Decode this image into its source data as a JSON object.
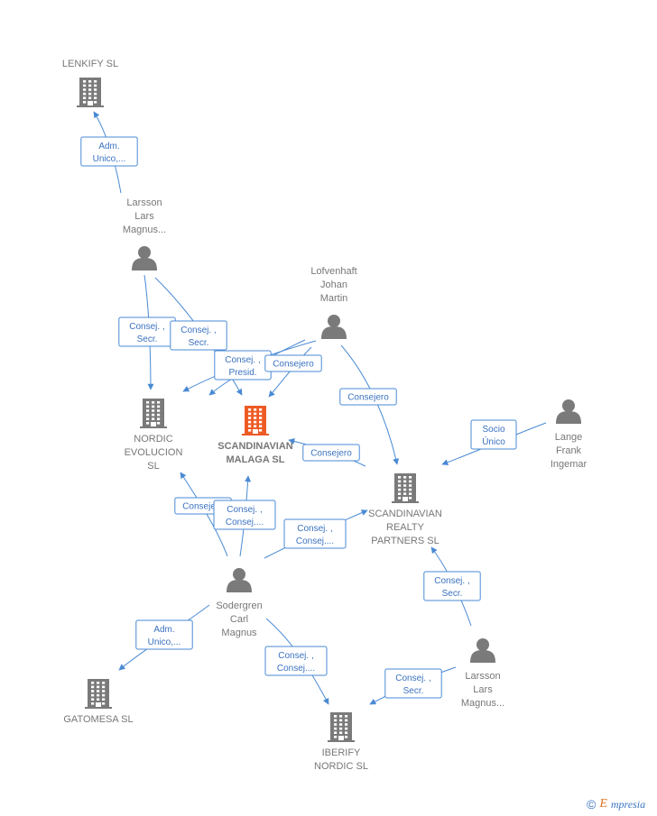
{
  "colors": {
    "edge": "#4a8ad4",
    "company": "#7a7a7a",
    "focal_company": "#ee5a24",
    "person": "#7a7a7a",
    "label": "#777777",
    "edge_label": "#3a72c0"
  },
  "nodes": [
    {
      "id": "lenkify",
      "type": "company",
      "icon": "building-icon",
      "lines": [
        "LENKIFY  SL"
      ]
    },
    {
      "id": "nordic_evolucion",
      "type": "company",
      "icon": "building-icon",
      "lines": [
        "NORDIC",
        "EVOLUCION",
        "SL"
      ]
    },
    {
      "id": "scandinavian_malaga",
      "type": "company",
      "focal": true,
      "icon": "building-icon",
      "lines": [
        "SCANDINAVIAN",
        "MALAGA  SL"
      ]
    },
    {
      "id": "scandinavian_realty",
      "type": "company",
      "icon": "building-icon",
      "lines": [
        "SCANDINAVIAN",
        "REALTY",
        "PARTNERS  SL"
      ]
    },
    {
      "id": "gatomesa",
      "type": "company",
      "icon": "building-icon",
      "lines": [
        "GATOMESA  SL"
      ]
    },
    {
      "id": "iberify",
      "type": "company",
      "icon": "building-icon",
      "lines": [
        "IBERIFY",
        "NORDIC  SL"
      ]
    },
    {
      "id": "larsson_top",
      "type": "person",
      "icon": "person-icon",
      "lines": [
        "Larsson",
        "Lars",
        "Magnus..."
      ]
    },
    {
      "id": "lofvenhaft",
      "type": "person",
      "icon": "person-icon",
      "lines": [
        "Lofvenhaft",
        "Johan",
        "Martin"
      ]
    },
    {
      "id": "lange",
      "type": "person",
      "icon": "person-icon",
      "lines": [
        "Lange",
        "Frank",
        "Ingemar"
      ]
    },
    {
      "id": "sodergren",
      "type": "person",
      "icon": "person-icon",
      "lines": [
        "Sodergren",
        "Carl",
        "Magnus"
      ]
    },
    {
      "id": "larsson_bottom",
      "type": "person",
      "icon": "person-icon",
      "lines": [
        "Larsson",
        "Lars",
        "Magnus..."
      ]
    }
  ],
  "edges": [
    {
      "id": "e1",
      "lines": [
        "Adm.",
        "Unico,..."
      ]
    },
    {
      "id": "e2",
      "lines": [
        "Consej. ,",
        "Secr."
      ]
    },
    {
      "id": "e3",
      "lines": [
        "Consej. ,",
        "Secr."
      ]
    },
    {
      "id": "e4",
      "lines": [
        "Consej. ,",
        "Presid."
      ]
    },
    {
      "id": "e5",
      "lines": [
        "Consejero"
      ]
    },
    {
      "id": "e6",
      "lines": [
        "Consejero"
      ]
    },
    {
      "id": "e7",
      "lines": [
        "Consejero"
      ]
    },
    {
      "id": "e8",
      "lines": [
        "Socio",
        "Único"
      ]
    },
    {
      "id": "e9",
      "lines": [
        "Consejero"
      ]
    },
    {
      "id": "e10",
      "lines": [
        "Consej. ,",
        "Consej...."
      ]
    },
    {
      "id": "e11",
      "lines": [
        "Consej. ,",
        "Consej...."
      ]
    },
    {
      "id": "e12",
      "lines": [
        "Adm.",
        "Unico,..."
      ]
    },
    {
      "id": "e13",
      "lines": [
        "Consej. ,",
        "Consej...."
      ]
    },
    {
      "id": "e14",
      "lines": [
        "Consej. ,",
        "Secr."
      ]
    },
    {
      "id": "e15",
      "lines": [
        "Consej. ,",
        "Secr."
      ]
    }
  ],
  "footer": {
    "copyright_symbol": "©",
    "brand_initial": "E",
    "brand_rest": "mpresia"
  }
}
